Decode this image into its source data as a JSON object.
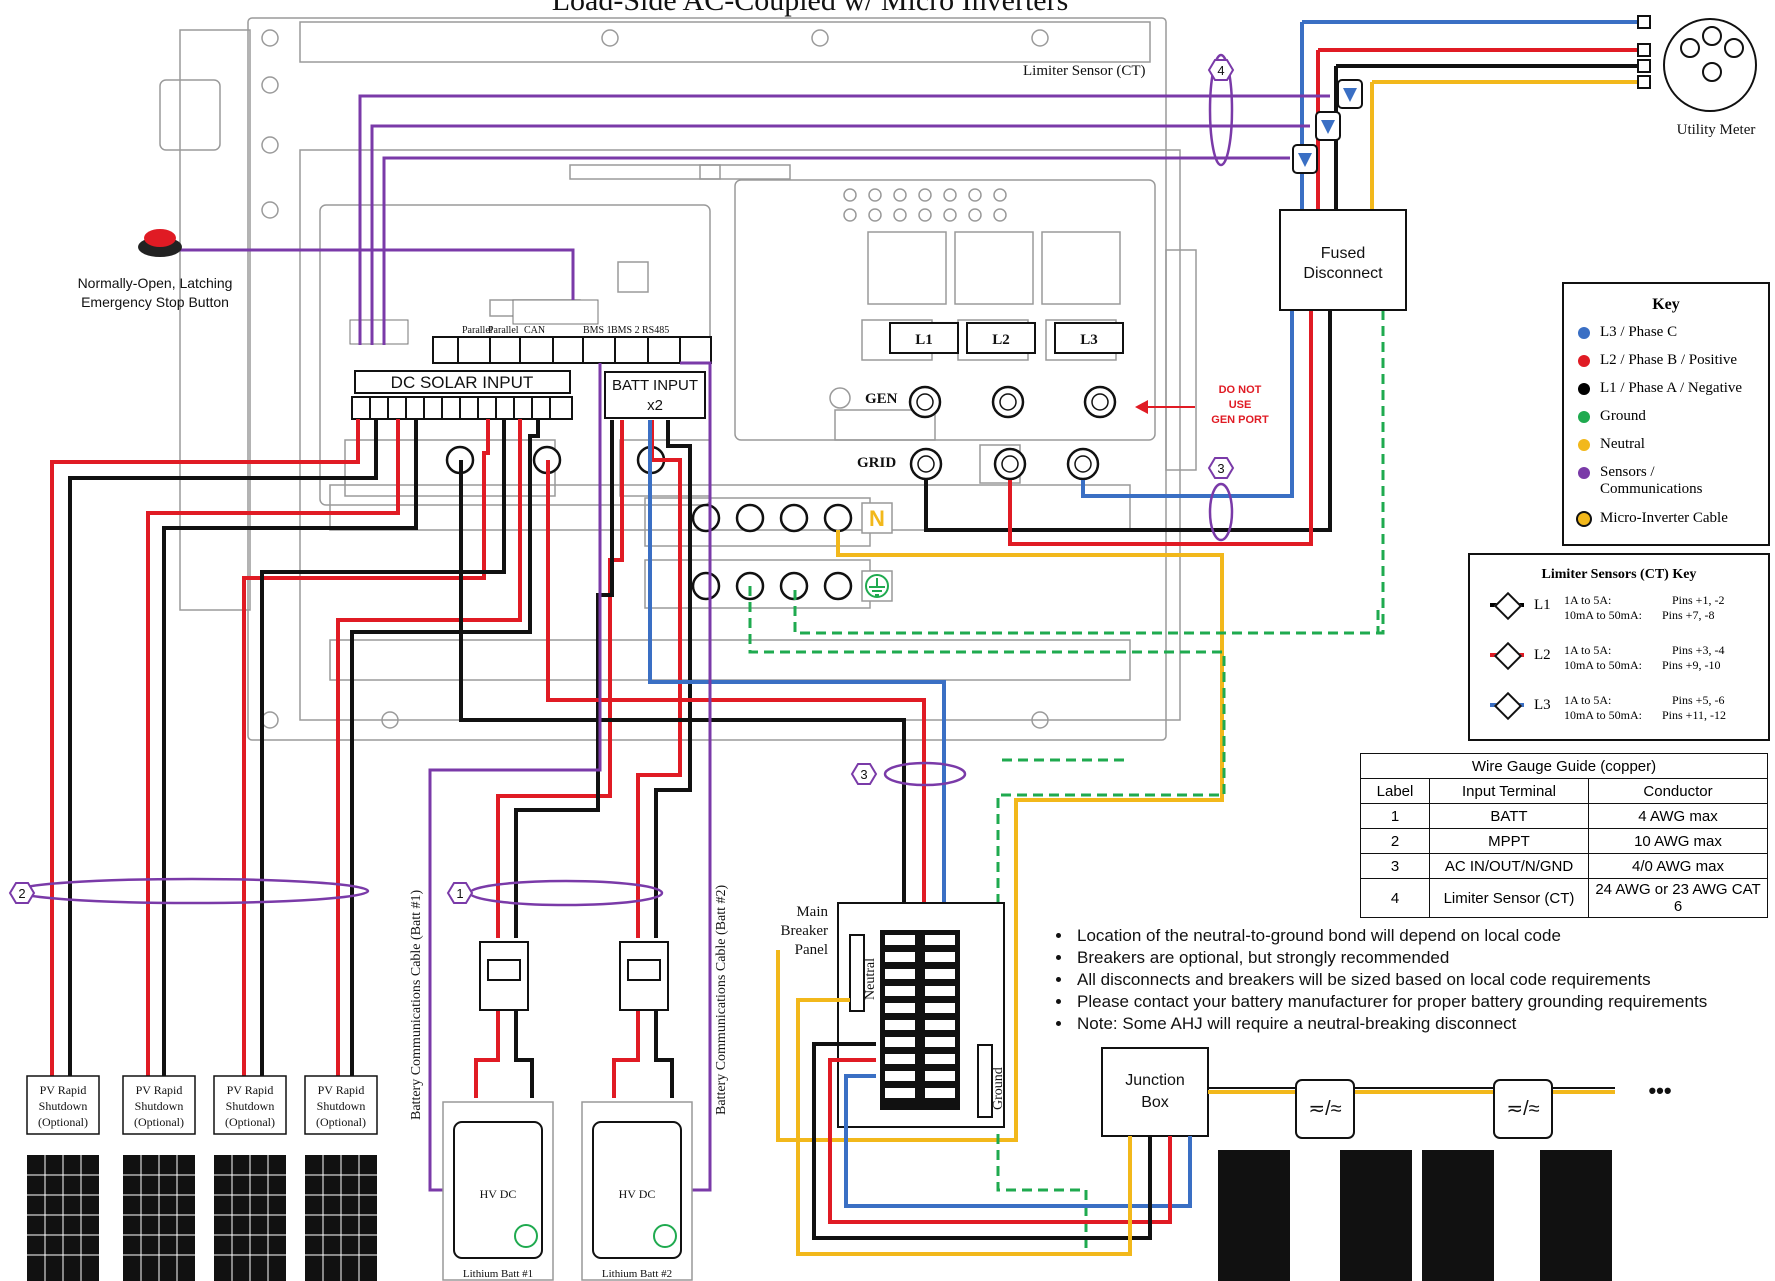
{
  "title": "Load-Side AC-Coupled w/ Micro Inverters",
  "labels": {
    "limiter_sensor": "Limiter Sensor (CT)",
    "utility_meter": "Utility Meter",
    "fused_disconnect_1": "Fused",
    "fused_disconnect_2": "Disconnect",
    "estop_1": "Normally-Open, Latching",
    "estop_2": "Emergency Stop Button",
    "dc_solar_input": "DC SOLAR INPUT",
    "batt_input_1": "BATT INPUT",
    "batt_input_2": "x2",
    "comm_ports": [
      "Parallel",
      "Parallel",
      "CAN",
      "BMS 1",
      "BMS 2",
      "RS485"
    ],
    "l1": "L1",
    "l2": "L2",
    "l3": "L3",
    "gen": "GEN",
    "grid": "GRID",
    "do_not_use_1": "DO NOT",
    "do_not_use_2": "USE",
    "do_not_use_3": "GEN PORT",
    "neutral_bar": "N",
    "main_breaker_1": "Main",
    "main_breaker_2": "Breaker",
    "main_breaker_3": "Panel",
    "neutral": "Neutral",
    "ground": "Ground",
    "junction_box_1": "Junction",
    "junction_box_2": "Box",
    "batt_comm_1": "Battery Communications Cable (Batt #1)",
    "batt_comm_2": "Battery Communications Cable (Batt #2)",
    "hv_dc": "HV DC",
    "lithium_batt_1": "Lithium Batt #1",
    "lithium_batt_2": "Lithium Batt #2",
    "pv_rsd_1": "PV Rapid",
    "pv_rsd_2": "Shutdown",
    "pv_rsd_3": "(Optional)",
    "ellipsis": "•••"
  },
  "gauge_markers": [
    "4",
    "3",
    "3",
    "2",
    "1"
  ],
  "key": {
    "title": "Key",
    "items": [
      {
        "label": "L3 / Phase C",
        "color": "#3a6fc4"
      },
      {
        "label": "L2 / Phase B / Positive",
        "color": "#e01b24"
      },
      {
        "label": "L1 / Phase A / Negative",
        "color": "#000000"
      },
      {
        "label": "Ground",
        "color": "#1faa4f"
      },
      {
        "label": "Neutral",
        "color": "#f2b81b"
      },
      {
        "label": "Sensors / Communications",
        "color": "#7a3aa8"
      },
      {
        "label": "Micro-Inverter Cable",
        "color": "#f2b81b"
      }
    ]
  },
  "ct_key": {
    "title": "Limiter Sensors (CT) Key",
    "rows": [
      {
        "label": "L1",
        "range1": "1A to 5A:",
        "pins1": "Pins +1, -2",
        "range2": "10mA to 50mA:",
        "pins2": "Pins +7, -8",
        "color": "#000000"
      },
      {
        "label": "L2",
        "range1": "1A to 5A:",
        "pins1": "Pins +3, -4",
        "range2": "10mA to 50mA:",
        "pins2": "Pins +9, -10",
        "color": "#e01b24"
      },
      {
        "label": "L3",
        "range1": "1A to 5A:",
        "pins1": "Pins +5, -6",
        "range2": "10mA to 50mA:",
        "pins2": "Pins +11, -12",
        "color": "#3a6fc4"
      }
    ]
  },
  "wire_gauge": {
    "title": "Wire Gauge Guide (copper)",
    "headers": [
      "Label",
      "Input Terminal",
      "Conductor"
    ],
    "rows": [
      [
        "1",
        "BATT",
        "4 AWG max"
      ],
      [
        "2",
        "MPPT",
        "10 AWG max"
      ],
      [
        "3",
        "AC IN/OUT/N/GND",
        "4/0 AWG max"
      ],
      [
        "4",
        "Limiter Sensor (CT)",
        "24 AWG or 23 AWG CAT 6"
      ]
    ]
  },
  "notes": [
    "Location of the neutral-to-ground bond will depend on local code",
    "Breakers are optional, but strongly recommended",
    "All disconnects and breakers will be sized based on local code requirements",
    "Please contact your battery manufacturer for proper battery grounding requirements",
    "Note: Some AHJ will require a neutral-breaking disconnect"
  ]
}
